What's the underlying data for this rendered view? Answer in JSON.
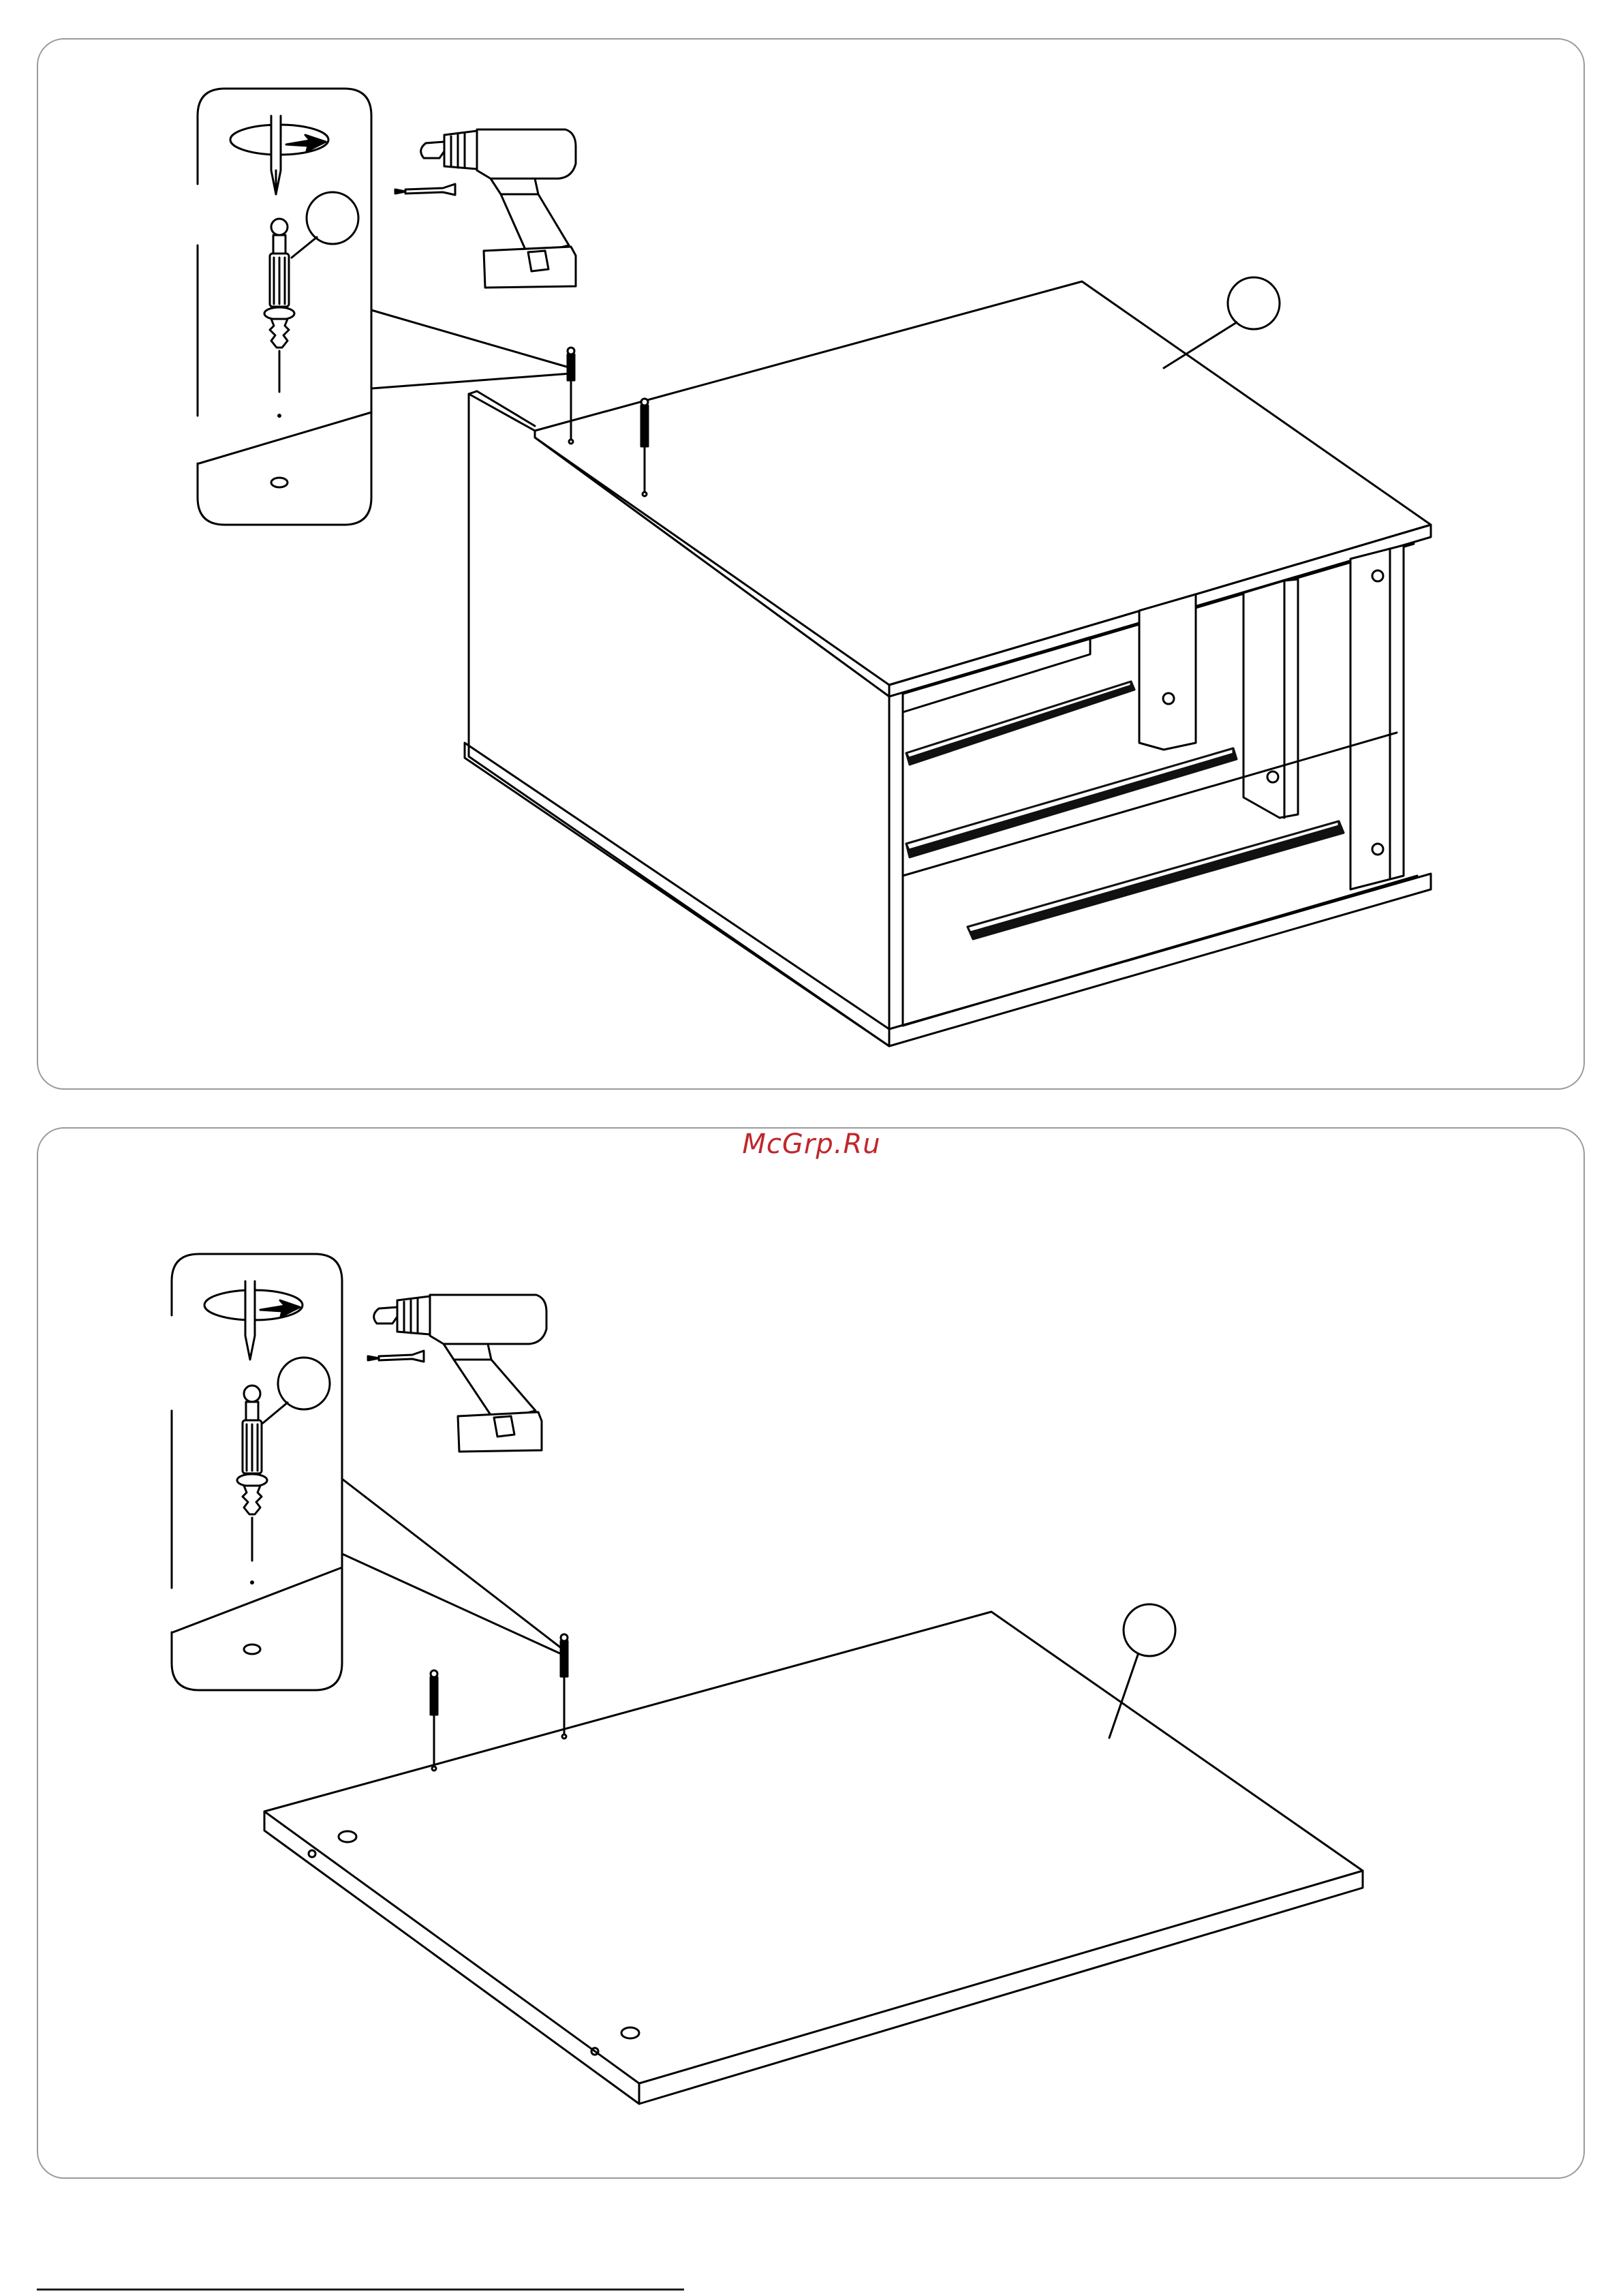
{
  "watermark": {
    "text": "McGrp.Ru",
    "color": "#c0272d"
  },
  "colors": {
    "line": "#000000",
    "panel_border": "#9a9a9a",
    "rail": "#111111"
  },
  "steps": [
    {
      "name": "top-step",
      "parts": [
        "screwdriver-rotate-icon",
        "cam-dowel",
        "power-drill-icon",
        "cabinet-carcass",
        "top-panel",
        "drawer-rails"
      ]
    },
    {
      "name": "bottom-step",
      "parts": [
        "screwdriver-rotate-icon",
        "cam-dowel",
        "power-drill-icon",
        "bottom-panel"
      ]
    }
  ]
}
